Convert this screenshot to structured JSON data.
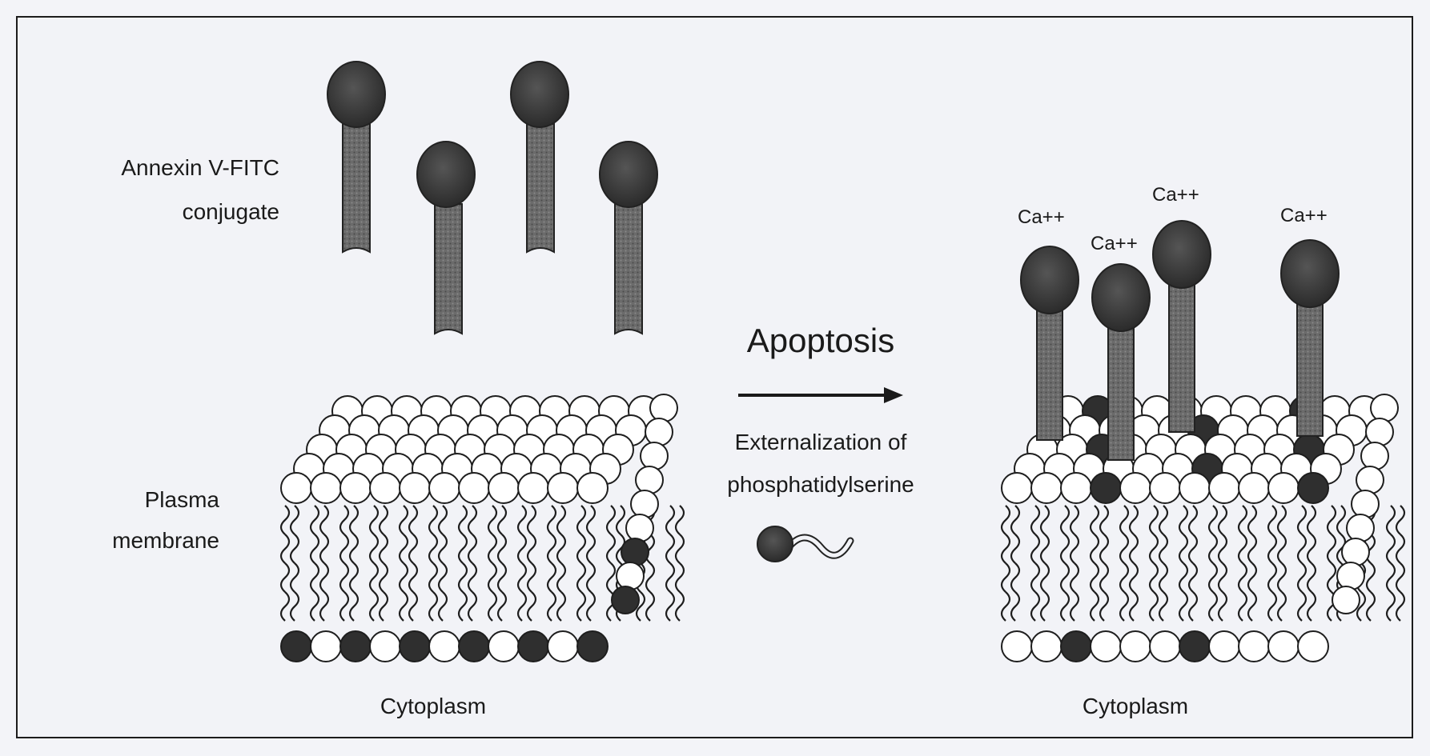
{
  "labels": {
    "annexin_line1": "Annexin V-FITC",
    "annexin_line2": "conjugate",
    "plasma_line1": "Plasma",
    "plasma_line2": "membrane",
    "cytoplasm_left": "Cytoplasm",
    "cytoplasm_right": "Cytoplasm",
    "apoptosis": "Apoptosis",
    "externalization_line1": "Externalization of",
    "externalization_line2": "phosphatidylserine",
    "calcium": [
      "Ca++",
      "Ca++",
      "Ca++",
      "Ca++"
    ]
  },
  "colors": {
    "ink": "#1a1a1a",
    "dark_head": "#3a3a3a",
    "stem": "#5a5a5a",
    "background": "#f2f3f7"
  }
}
